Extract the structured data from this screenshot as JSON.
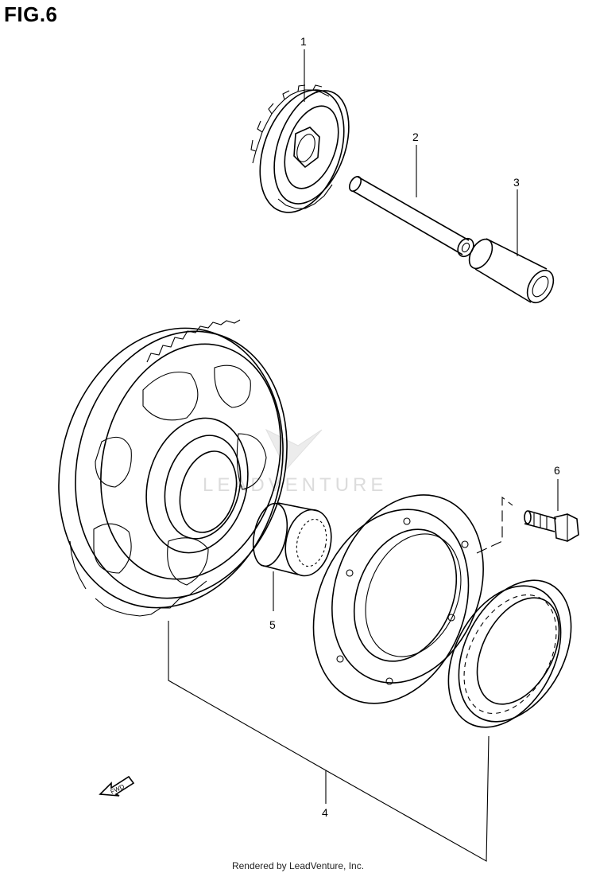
{
  "figure": {
    "title": "FIG.6"
  },
  "parts": [
    {
      "id": "part-1",
      "callout": "1"
    },
    {
      "id": "part-2",
      "callout": "2"
    },
    {
      "id": "part-3",
      "callout": "3"
    },
    {
      "id": "part-4",
      "callout": "4"
    },
    {
      "id": "part-5",
      "callout": "5"
    },
    {
      "id": "part-6",
      "callout": "6"
    }
  ],
  "direction_badge": "FWD",
  "watermark": "LEADVENTURE",
  "footer": "Rendered by LeadVenture, Inc."
}
